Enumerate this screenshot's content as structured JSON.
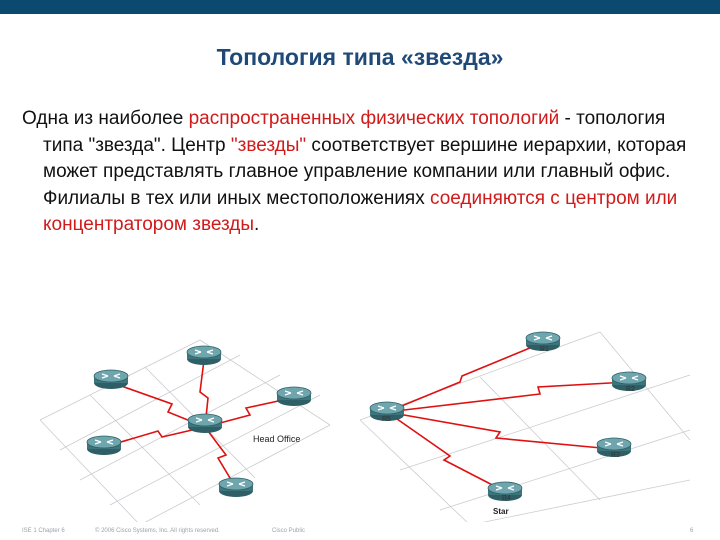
{
  "header": {
    "bar_color": "#0b4a6e"
  },
  "title": "Топология типа «звезда»",
  "paragraph": {
    "t1": "Одна из наиболее ",
    "h1": "распространенных физических топологий",
    "t2": " - топология типа \"звезда\". Центр ",
    "h2": "\"звезды\"",
    "t3": " соответствует вершине иерархии, которая может представлять главное управление компании или главный офис. Филиалы в тех или иных местоположениях ",
    "h3": "соединяются с центром или концентратором звезды",
    "t4": "."
  },
  "diagram_left": {
    "label": "Head Office"
  },
  "diagram_right": {
    "hub_label": "R5",
    "node_labels": [
      "R1",
      "R2",
      "R3",
      "R4"
    ],
    "caption": "Star"
  },
  "footer": {
    "course": "ISE 1 Chapter 6",
    "copyright": "© 2006 Cisco Systems, Inc. All rights reserved.",
    "classification": "Cisco Public",
    "page": "6"
  },
  "colors": {
    "title": "#1f4a78",
    "highlight": "#d11a1a",
    "link": "#e01010",
    "router": "#4f8790"
  }
}
